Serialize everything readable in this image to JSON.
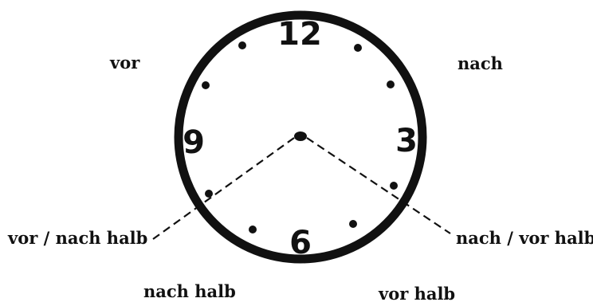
{
  "clock": {
    "numerals": {
      "twelve": "12",
      "three": "3",
      "six": "6",
      "nine": "9"
    }
  },
  "labels": {
    "vor": "vor",
    "nach": "nach",
    "vor_nach_halb": "vor / nach halb",
    "nach_vor_halb": "nach / vor halb",
    "nach_halb": "nach halb",
    "vor_halb": "vor halb"
  },
  "colors": {
    "ink": "#111111",
    "background": "#ffffff"
  }
}
